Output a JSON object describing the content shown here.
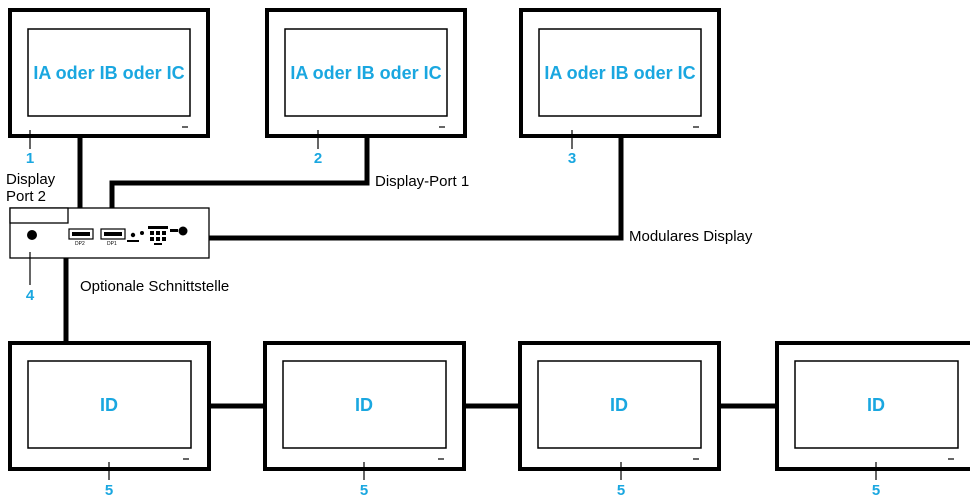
{
  "top_monitors": [
    {
      "screen_label": "IA oder IB oder IC",
      "callout": "1"
    },
    {
      "screen_label": "IA oder IB oder IC",
      "callout": "2"
    },
    {
      "screen_label": "IA oder IB oder IC",
      "callout": "3"
    }
  ],
  "bottom_monitors": [
    {
      "screen_label": "ID",
      "callout": "5"
    },
    {
      "screen_label": "ID",
      "callout": "5"
    },
    {
      "screen_label": "ID",
      "callout": "5"
    },
    {
      "screen_label": "ID",
      "callout": "5"
    }
  ],
  "box": {
    "callout": "4",
    "port_dp2": "DP2",
    "port_dp1": "DP1"
  },
  "captions": {
    "display_port_2_line1": "Display",
    "display_port_2_line2": "Port 2",
    "display_port_1": "Display-Port 1",
    "modulares_display": "Modulares Display",
    "optionale_schnittstelle": "Optionale Schnittstelle"
  },
  "colors": {
    "accent": "#1aa7e0",
    "line": "#000000"
  }
}
